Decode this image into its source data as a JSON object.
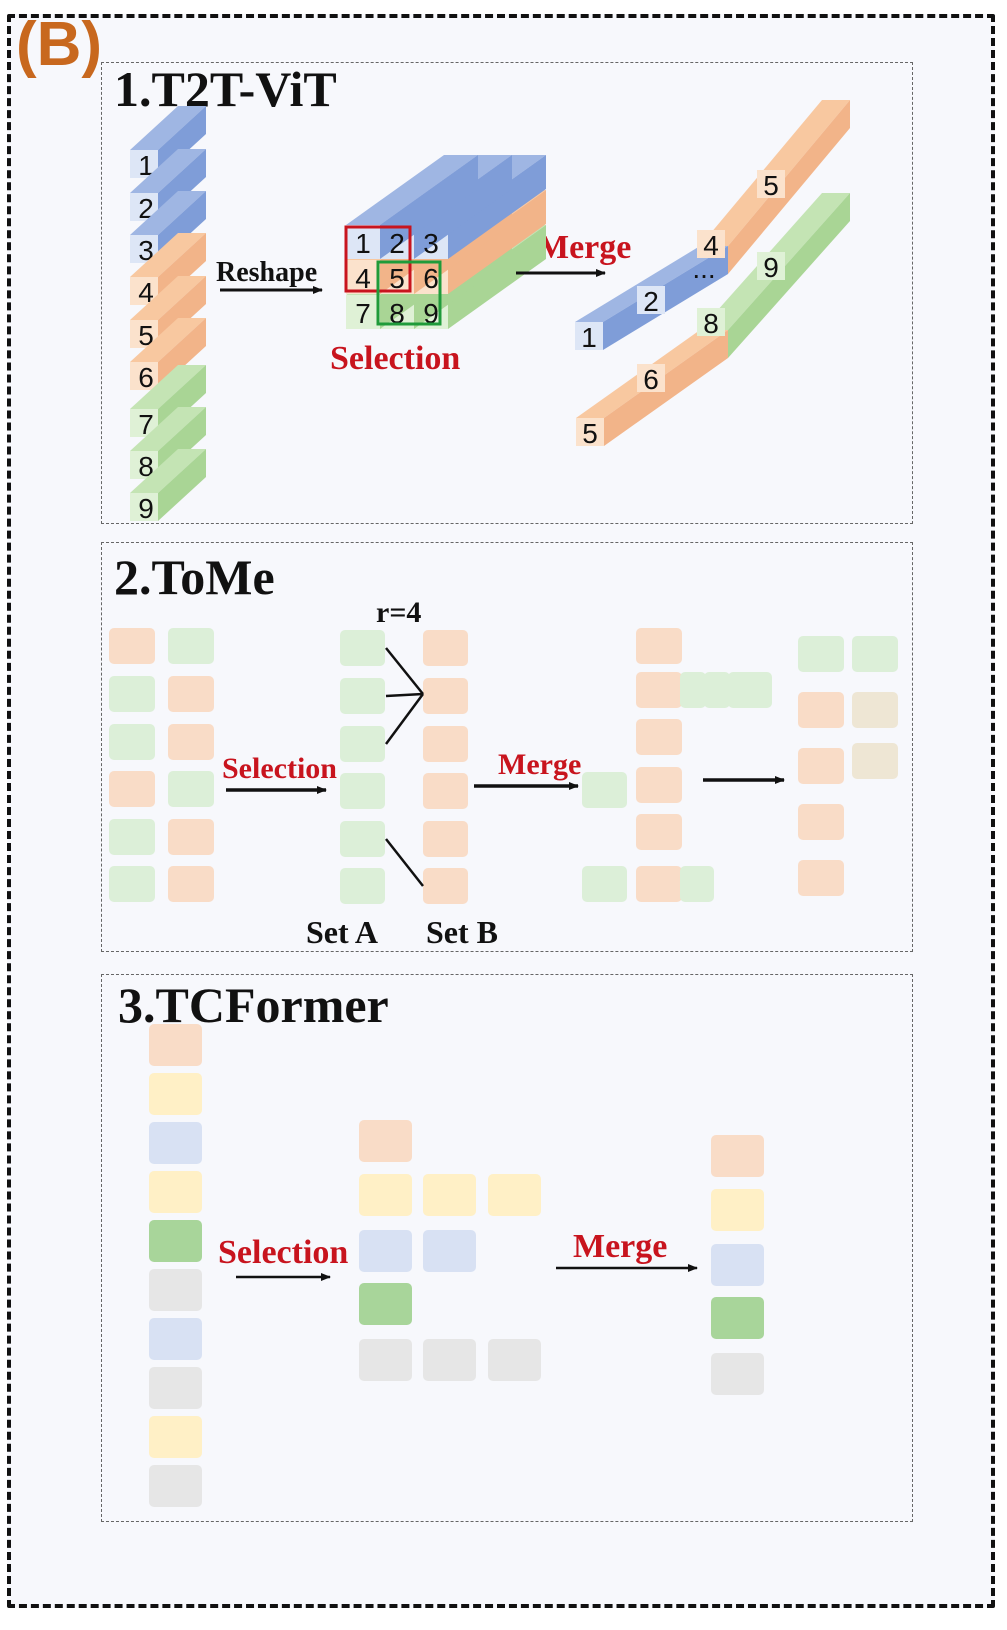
{
  "figure_label": "(B)",
  "colors": {
    "blue_face": "#dde6f6",
    "blue_top": "#9fb6e3",
    "blue_side": "#7f9dd8",
    "orange_face": "#fbe2cc",
    "orange_top": "#f8c8a0",
    "orange_side": "#f2b489",
    "green_face": "#dff1d6",
    "green_top": "#c4e4b4",
    "green_side": "#a9d595",
    "tome_orange": "#f9dcc7",
    "tome_green": "#dcefd8",
    "tome_beige": "#eee6d4",
    "tc_orange": "#f9dcc7",
    "tc_yellow": "#fff0c6",
    "tc_blue": "#d8e1f3",
    "tc_green": "#a8d59a",
    "tc_gray": "#e6e6e6",
    "red": "#c8141e",
    "green_sel": "#1f9b3a"
  },
  "panel1": {
    "title": "1.T2T-ViT",
    "reshape_label": "Reshape",
    "merge_label": "Merge",
    "selection_label": "Selection",
    "column_tokens": [
      "1",
      "2",
      "3",
      "4",
      "5",
      "6",
      "7",
      "8",
      "9"
    ],
    "grid_tokens": [
      "1",
      "2",
      "3",
      "4",
      "5",
      "6",
      "7",
      "8",
      "9"
    ],
    "output_top": [
      "1",
      "2",
      "4",
      "5"
    ],
    "output_bottom": [
      "5",
      "6",
      "8",
      "9"
    ],
    "ellipsis": "..."
  },
  "panel2": {
    "title": "2.ToMe",
    "r_label": "r=4",
    "selection_label": "Selection",
    "merge_label": "Merge",
    "set_a_label": "Set A",
    "set_b_label": "Set B"
  },
  "panel3": {
    "title": "3.TCFormer",
    "selection_label": "Selection",
    "merge_label": "Merge"
  }
}
